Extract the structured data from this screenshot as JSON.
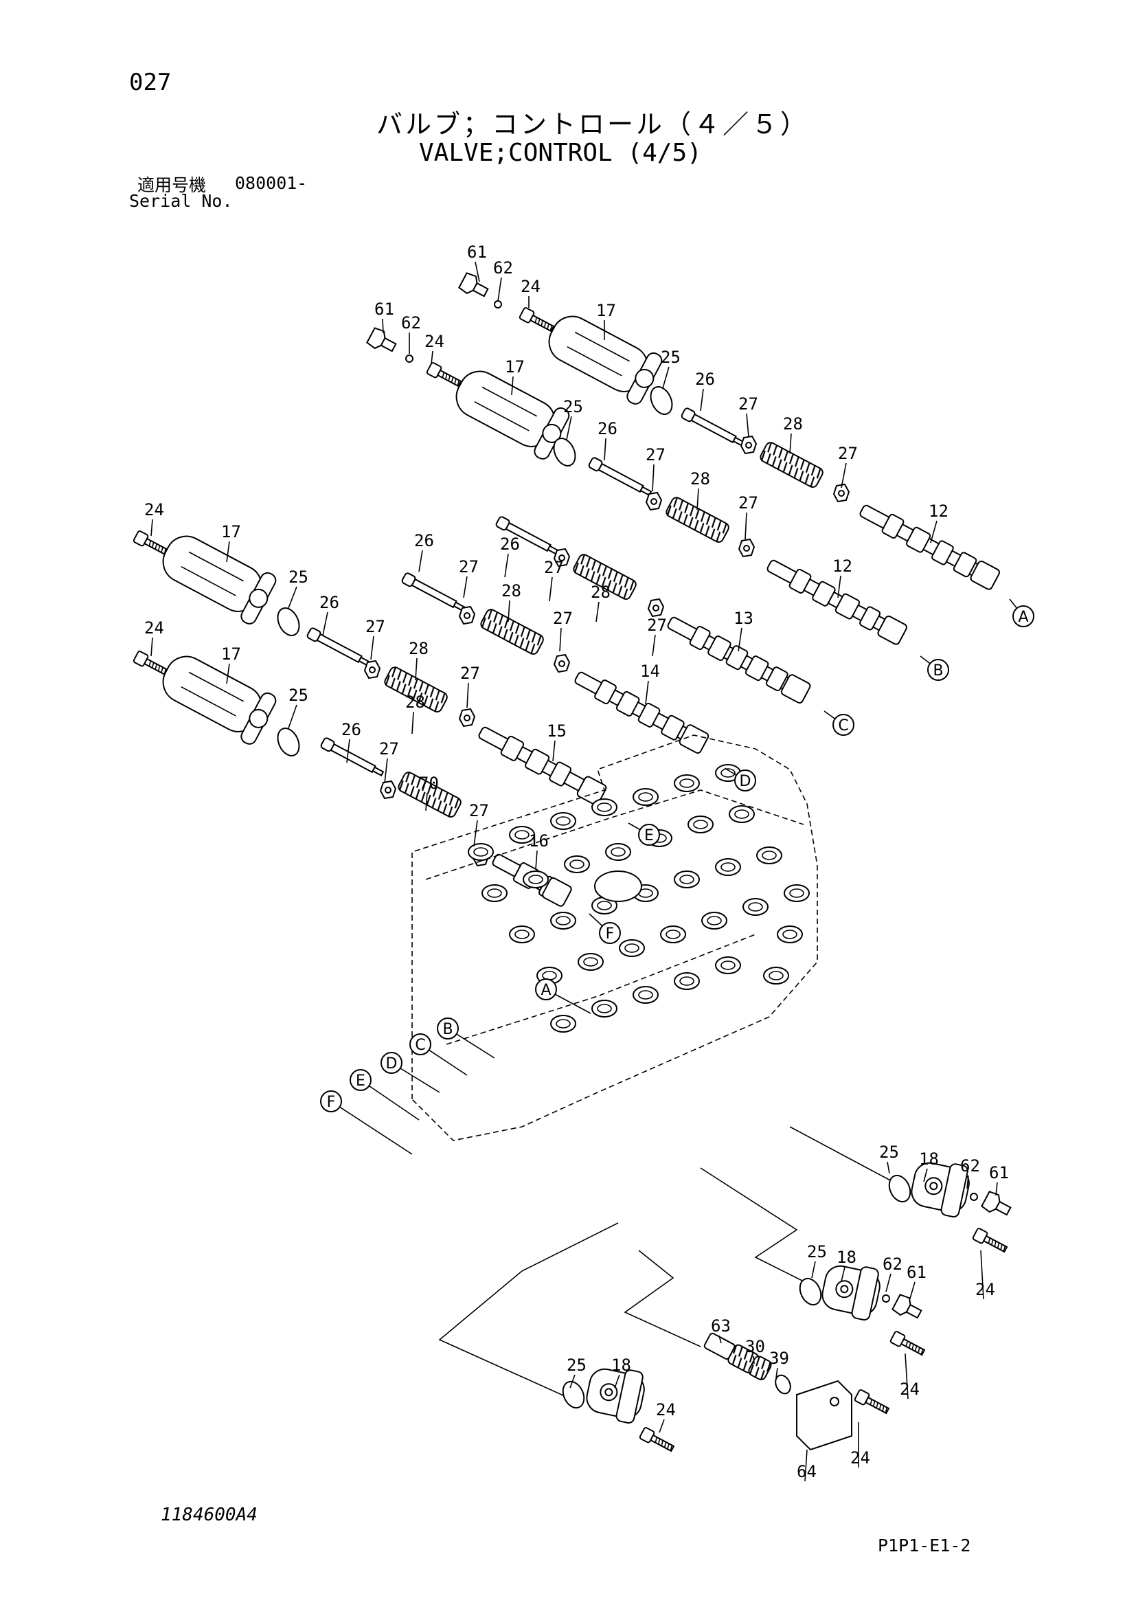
{
  "page_number": "027",
  "title_jp": "バルブ；コントロール（４／５）",
  "title_en": "VALVE;CONTROL (4/5)",
  "serial_label_jp": "適用号機",
  "serial_value": "080001-",
  "serial_label_en": "Serial No.",
  "drawing_number": "1184600A4",
  "plate_code": "P1P1-E1-2",
  "refs": [
    "A",
    "B",
    "C",
    "D",
    "E",
    "F"
  ],
  "part_numbers": [
    "12",
    "13",
    "14",
    "15",
    "16",
    "17",
    "18",
    "24",
    "25",
    "26",
    "27",
    "28",
    "30",
    "39",
    "61",
    "62",
    "63",
    "64",
    "70"
  ]
}
